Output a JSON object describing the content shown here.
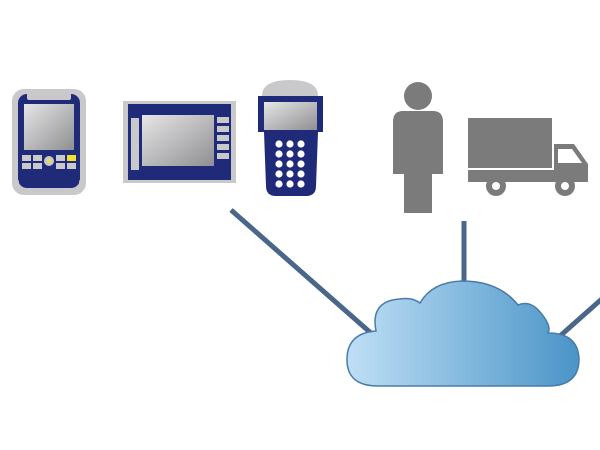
{
  "diagram": {
    "nodes": [
      {
        "id": "handheld-terminal",
        "icon": "handheld-terminal-icon"
      },
      {
        "id": "vehicle-mount-terminal",
        "icon": "vehicle-mount-terminal-icon"
      },
      {
        "id": "keypad-scanner",
        "icon": "keypad-scanner-icon"
      },
      {
        "id": "person",
        "icon": "person-icon"
      },
      {
        "id": "truck",
        "icon": "truck-icon"
      },
      {
        "id": "cloud",
        "icon": "cloud-icon"
      }
    ],
    "edges": [
      {
        "from": "terminals",
        "to": "cloud"
      },
      {
        "from": "person-truck",
        "to": "cloud"
      },
      {
        "from": "offscreen-right",
        "to": "cloud"
      }
    ]
  },
  "colors": {
    "device_navy": "#1f2a78",
    "device_frame": "#c9c9cc",
    "screen_light": "#e6e6e6",
    "screen_dark": "#8f8f93",
    "accent_yellow": "#f2e22e",
    "silhouette_gray": "#7b7b7b",
    "connector_blue": "#4a6689",
    "cloud_light": "#bfdff5",
    "cloud_dark": "#4a94c8",
    "cloud_outline": "#4a7ba8"
  }
}
